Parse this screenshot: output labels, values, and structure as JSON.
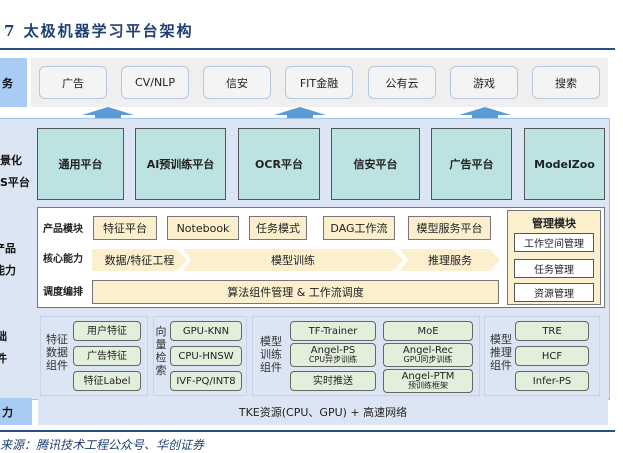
{
  "title": "7   太极机器学习平台架构",
  "side_labels": {
    "business": "务",
    "scene": [
      "景化",
      "S平台"
    ],
    "product": [
      "产品",
      "能力"
    ],
    "base": [
      "础",
      "件"
    ],
    "compute": "力"
  },
  "business": [
    "广告",
    "CV/NLP",
    "信安",
    "FIT金融",
    "公有云",
    "游戏",
    "搜索"
  ],
  "platforms": [
    "通用平台",
    "AI预训练平台",
    "OCR平台",
    "信安平台",
    "广告平台",
    "ModelZoo"
  ],
  "product": {
    "row_labels": [
      "产品模块",
      "核心能力",
      "调度编排"
    ],
    "modules": [
      "特征平台",
      "Notebook",
      "任务模式",
      "DAG工作流",
      "模型服务平台"
    ],
    "core": [
      "数据/特征工程",
      "模型训练",
      "推理服务"
    ],
    "scheduling": "算法组件管理 & 工作流调度",
    "management": {
      "title": "管理模块",
      "items": [
        "工作空间管理",
        "任务管理",
        "资源管理"
      ]
    }
  },
  "base": {
    "feature": {
      "label": "特征数据组件",
      "items": [
        "用户特征",
        "广告特征",
        "特征Label"
      ]
    },
    "vector": {
      "label": "向量检索",
      "items": [
        "GPU-KNN",
        "CPU-HNSW",
        "IVF-PQ/INT8"
      ]
    },
    "training": {
      "label": "模型训练组件",
      "items": [
        [
          "TF-Trainer",
          ""
        ],
        [
          "MoE",
          ""
        ],
        [
          "Angel-PS",
          "CPU异步训练"
        ],
        [
          "Angel-Rec",
          "GPU同步训练"
        ],
        [
          "实时推送",
          ""
        ],
        [
          "Angel-PTM",
          "预训练框架"
        ]
      ]
    },
    "inference": {
      "label": "模型推理组件",
      "items": [
        "TRE",
        "HCF",
        "Infer-PS"
      ]
    }
  },
  "compute": "TKE资源(CPU、GPU) + 高速网络",
  "source": "来源：腾讯技术工程公众号、华创证券"
}
